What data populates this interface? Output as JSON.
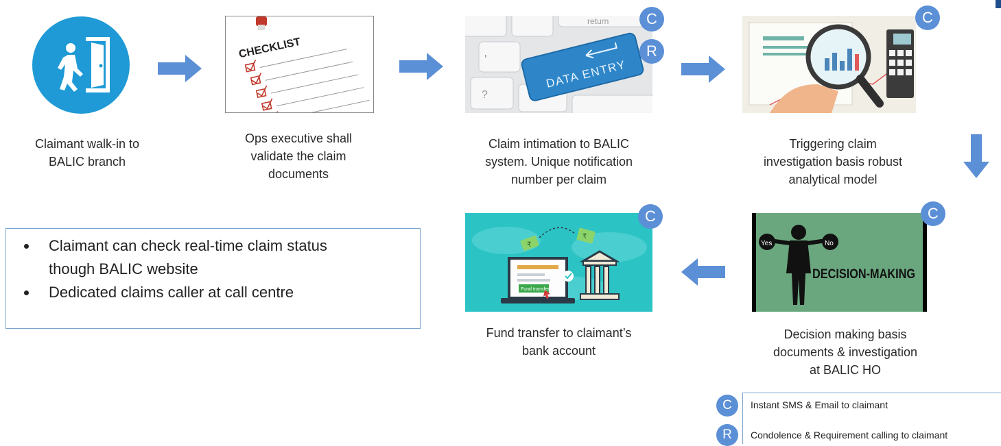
{
  "steps": [
    {
      "id": "walkin",
      "caption": [
        "Claimant walk-in to",
        "BALIC branch"
      ],
      "icon": "walk-in-door-icon"
    },
    {
      "id": "checklist",
      "caption": [
        "Ops executive shall",
        "validate the claim",
        "documents"
      ],
      "image_text": "CHECKLIST"
    },
    {
      "id": "data-entry",
      "caption": [
        "Claim intimation to BALIC",
        "system. Unique notification",
        "number per claim"
      ],
      "image_text": "DATA ENTRY",
      "key_text": "return",
      "badges": [
        "C",
        "R"
      ]
    },
    {
      "id": "investigation",
      "caption": [
        "Triggering claim",
        "investigation basis robust",
        "analytical model"
      ],
      "badges": [
        "C"
      ]
    },
    {
      "id": "decision",
      "caption": [
        "Decision making basis",
        "documents & investigation",
        "at BALIC HO"
      ],
      "image_text": "DECISION-MAKING",
      "yes": "Yes",
      "no": "No",
      "badges": [
        "C"
      ]
    },
    {
      "id": "fund",
      "caption": [
        "Fund transfer to claimant’s",
        "bank account"
      ],
      "image_text": "Fund transfer",
      "currency": "₹",
      "badges": [
        "C"
      ]
    }
  ],
  "info_box": {
    "bullets": [
      "Claimant can check real-time claim status though BALIC website",
      "Dedicated claims caller at call centre"
    ],
    "bullet1_lines": [
      "Claimant can check real-time claim status",
      "though BALIC website"
    ]
  },
  "legend": [
    {
      "badge": "C",
      "text": "Instant SMS & Email to claimant"
    },
    {
      "badge": "R",
      "text": "Condolence & Requirement calling to claimant"
    }
  ],
  "colors": {
    "accent": "#5b8fd6",
    "arrow": "#5b8fd6",
    "walkin_circle": "#1f9ad6",
    "teal": "#2ec4c4",
    "decision_bg": "#6aa77e"
  }
}
